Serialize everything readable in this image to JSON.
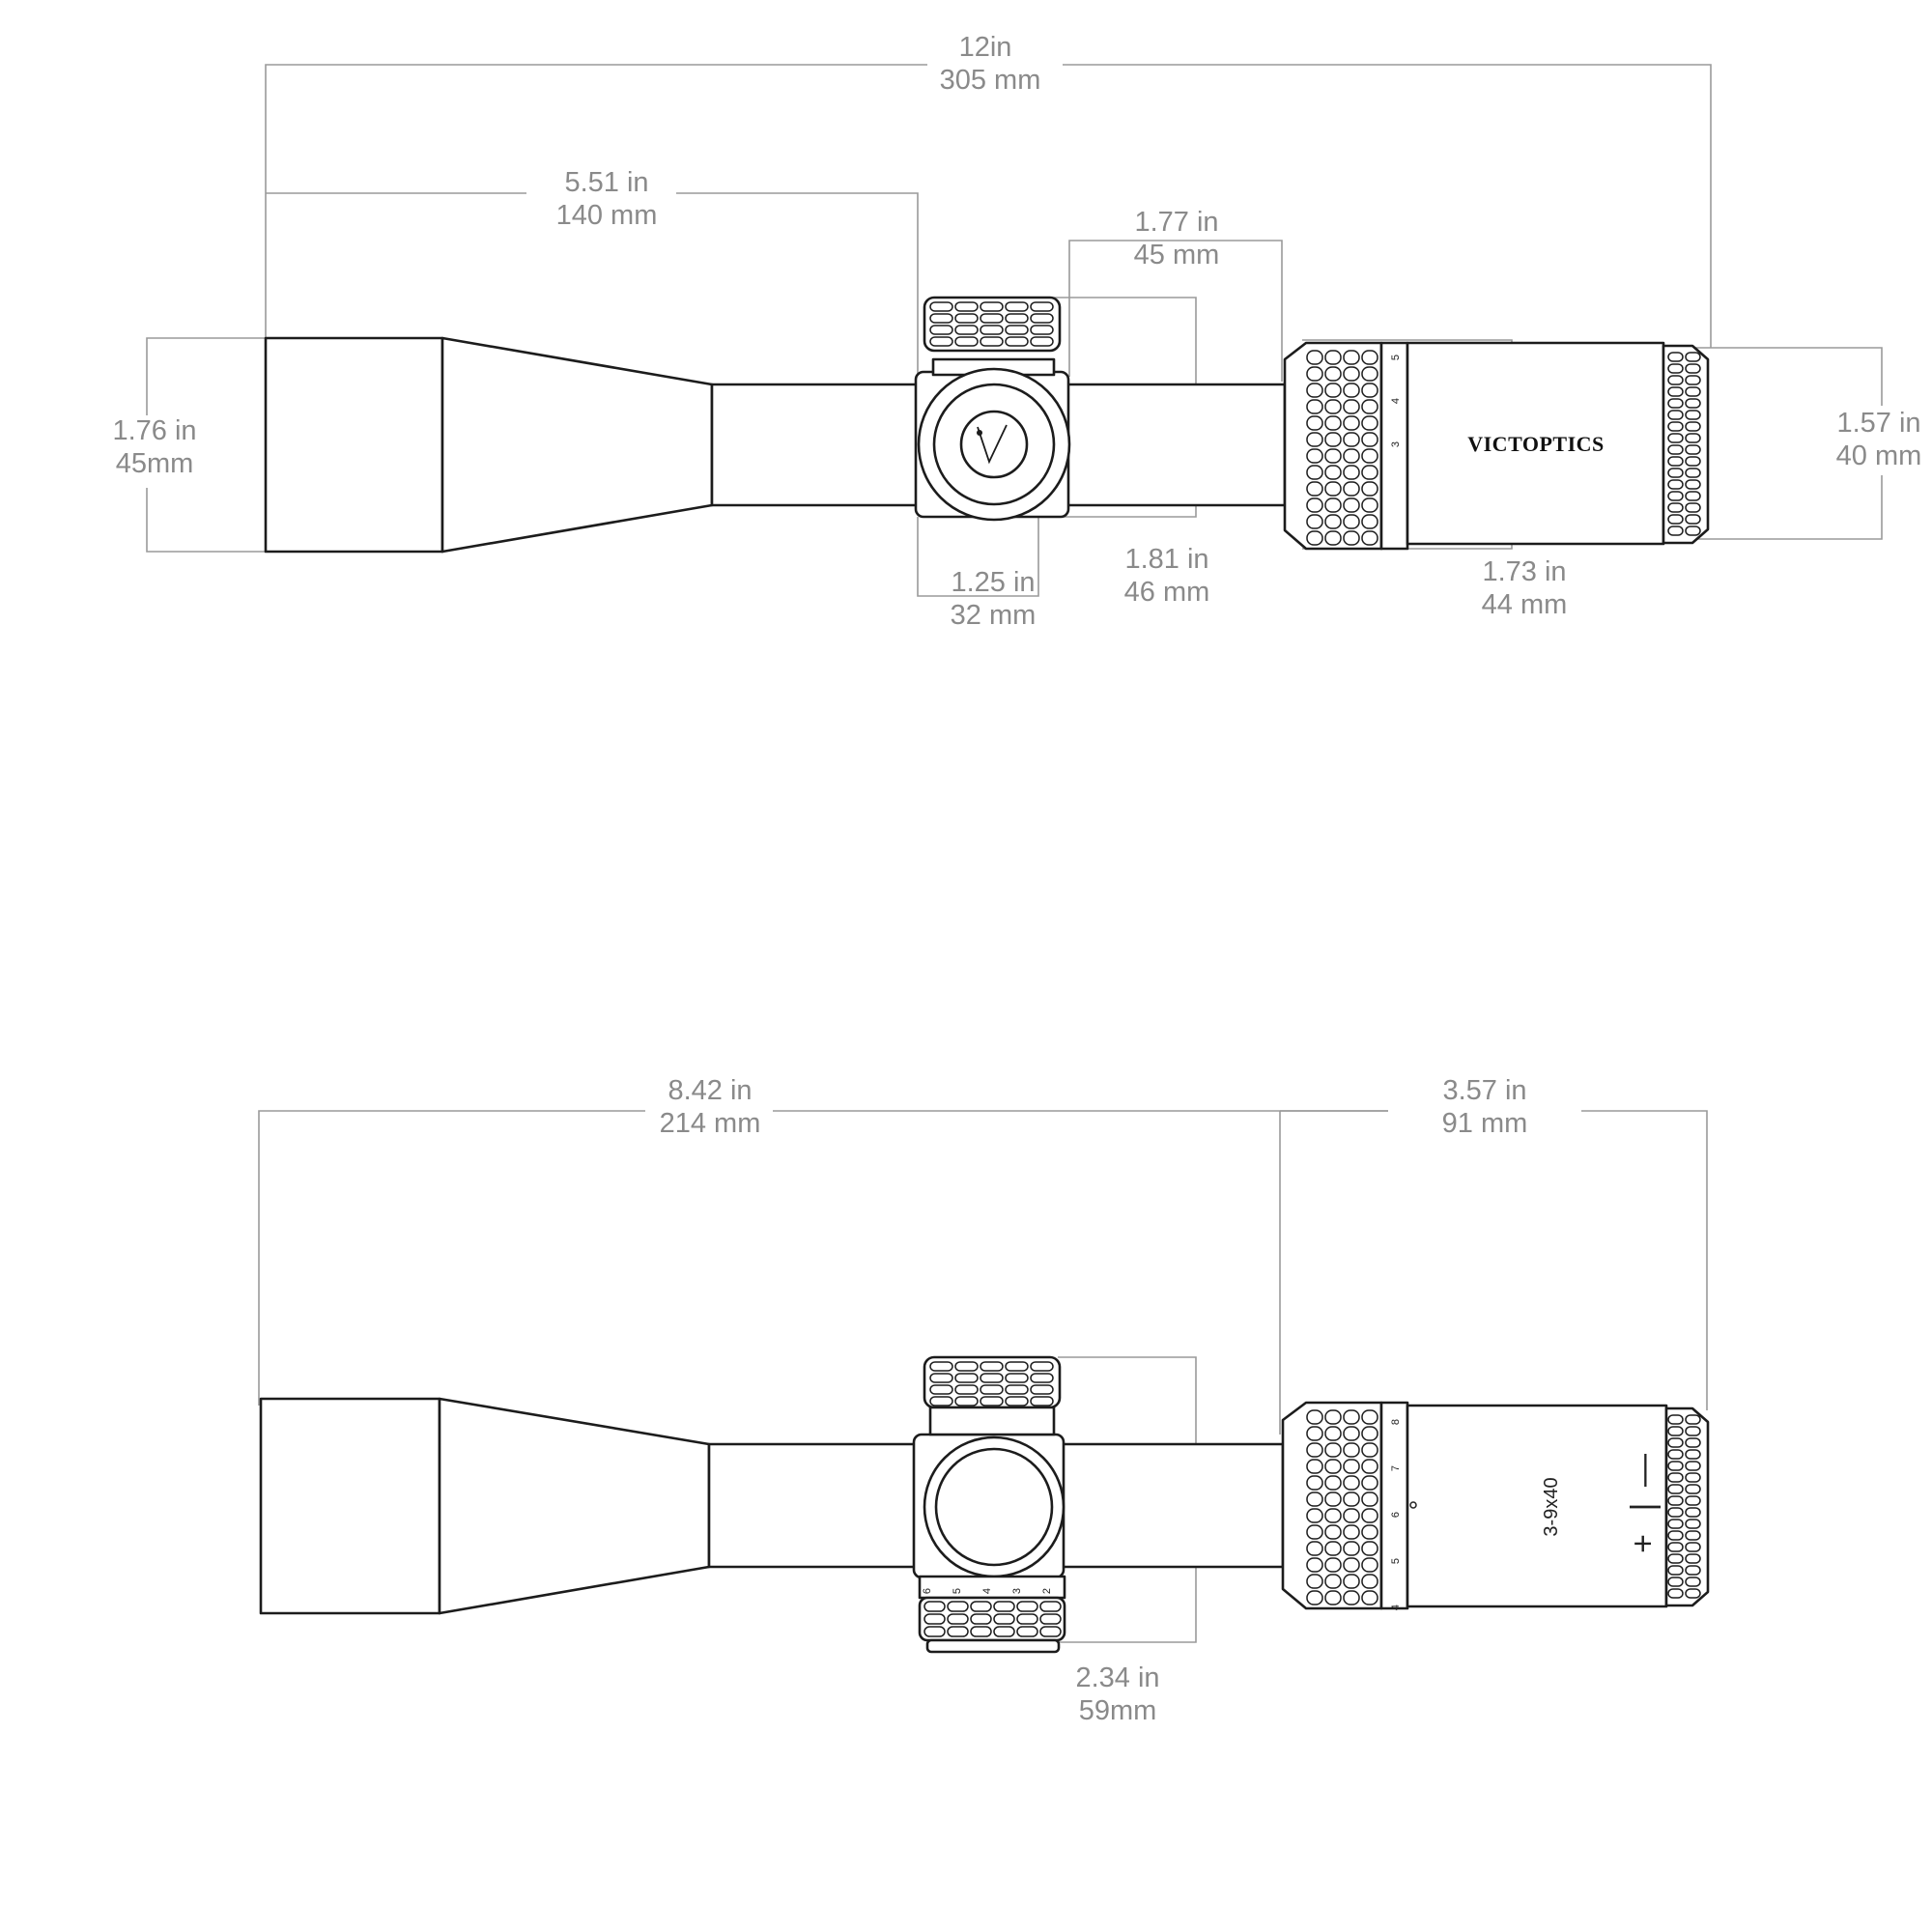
{
  "brand_text": "VICTOPTICS",
  "model_text": "3-9x40",
  "adjust_signs": [
    "+",
    "|",
    "—"
  ],
  "top_view": {
    "overall_length": {
      "line1": "12in",
      "line2": "305 mm"
    },
    "objective_to_turret": {
      "line1": "5.51 in",
      "line2": "140 mm"
    },
    "turret_to_eyepiece": {
      "line1": "1.77 in",
      "line2": "45 mm"
    },
    "objective_diameter": {
      "line1": "1.76 in",
      "line2": "45mm"
    },
    "tube_diameter": {
      "line1": "1.25 in",
      "line2": "32 mm"
    },
    "turret_height": {
      "line1": "1.81 in",
      "line2": "46 mm"
    },
    "eyepiece_length": {
      "line1": "1.73 in",
      "line2": "44 mm"
    },
    "eyepiece_diameter": {
      "line1": "1.57 in",
      "line2": "40 mm"
    },
    "magnification_ticks": [
      "5",
      "4",
      "3"
    ]
  },
  "side_view": {
    "objective_to_eyepiece": {
      "line1": "8.42 in",
      "line2": "214 mm"
    },
    "eyepiece_section": {
      "line1": "3.57 in",
      "line2": "91 mm"
    },
    "turret_width": {
      "line1": "2.34 in",
      "line2": "59mm"
    },
    "magnification_ticks": [
      "8",
      "7",
      "6",
      "5",
      "4"
    ],
    "parallax_ticks": [
      "6",
      "5",
      "4",
      "3",
      "2"
    ]
  }
}
